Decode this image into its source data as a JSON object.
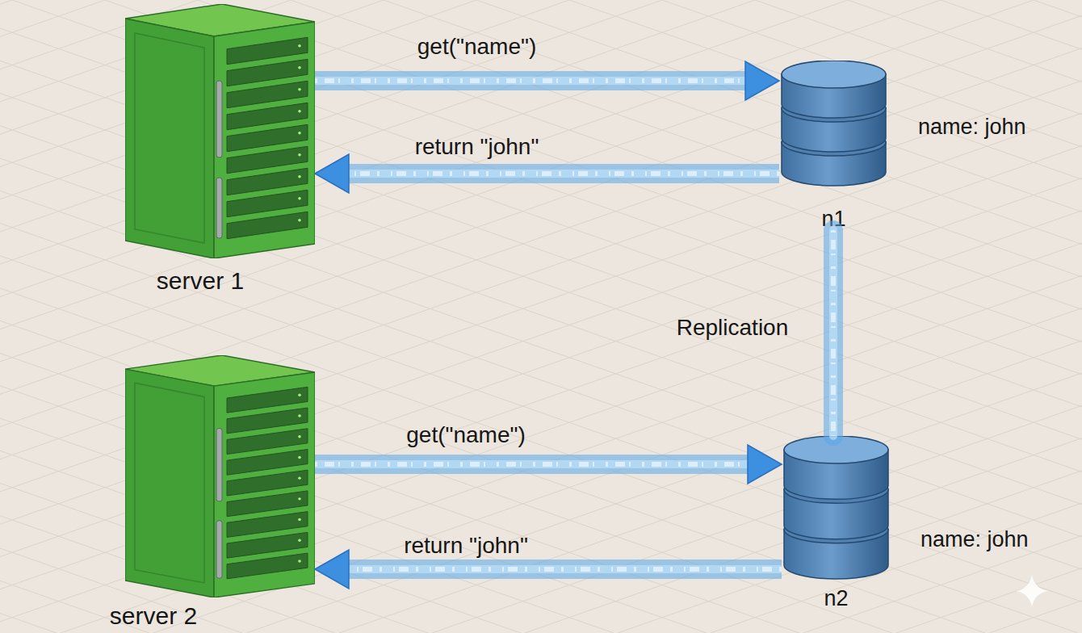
{
  "diagram": {
    "nodes": [
      {
        "text": [
          "server 1"
        ]
      },
      {
        "text": [
          "name: john",
          "n1"
        ]
      },
      {
        "text": [
          "server 2"
        ]
      },
      {
        "text": [
          "name: john",
          "n2"
        ]
      }
    ],
    "edges": [
      {
        "from": 0,
        "to": 1,
        "arrow": "to",
        "label": "get(\"name\")"
      },
      {
        "from": 1,
        "to": 0,
        "arrow": "to",
        "label": "return \"john\""
      },
      {
        "from": 1,
        "to": 3,
        "arrow": "none",
        "label": "Replication"
      },
      {
        "from": 2,
        "to": 3,
        "arrow": "to",
        "label": "get(\"name\")"
      },
      {
        "from": 3,
        "to": 2,
        "arrow": "to",
        "label": "return \"john\""
      }
    ]
  }
}
